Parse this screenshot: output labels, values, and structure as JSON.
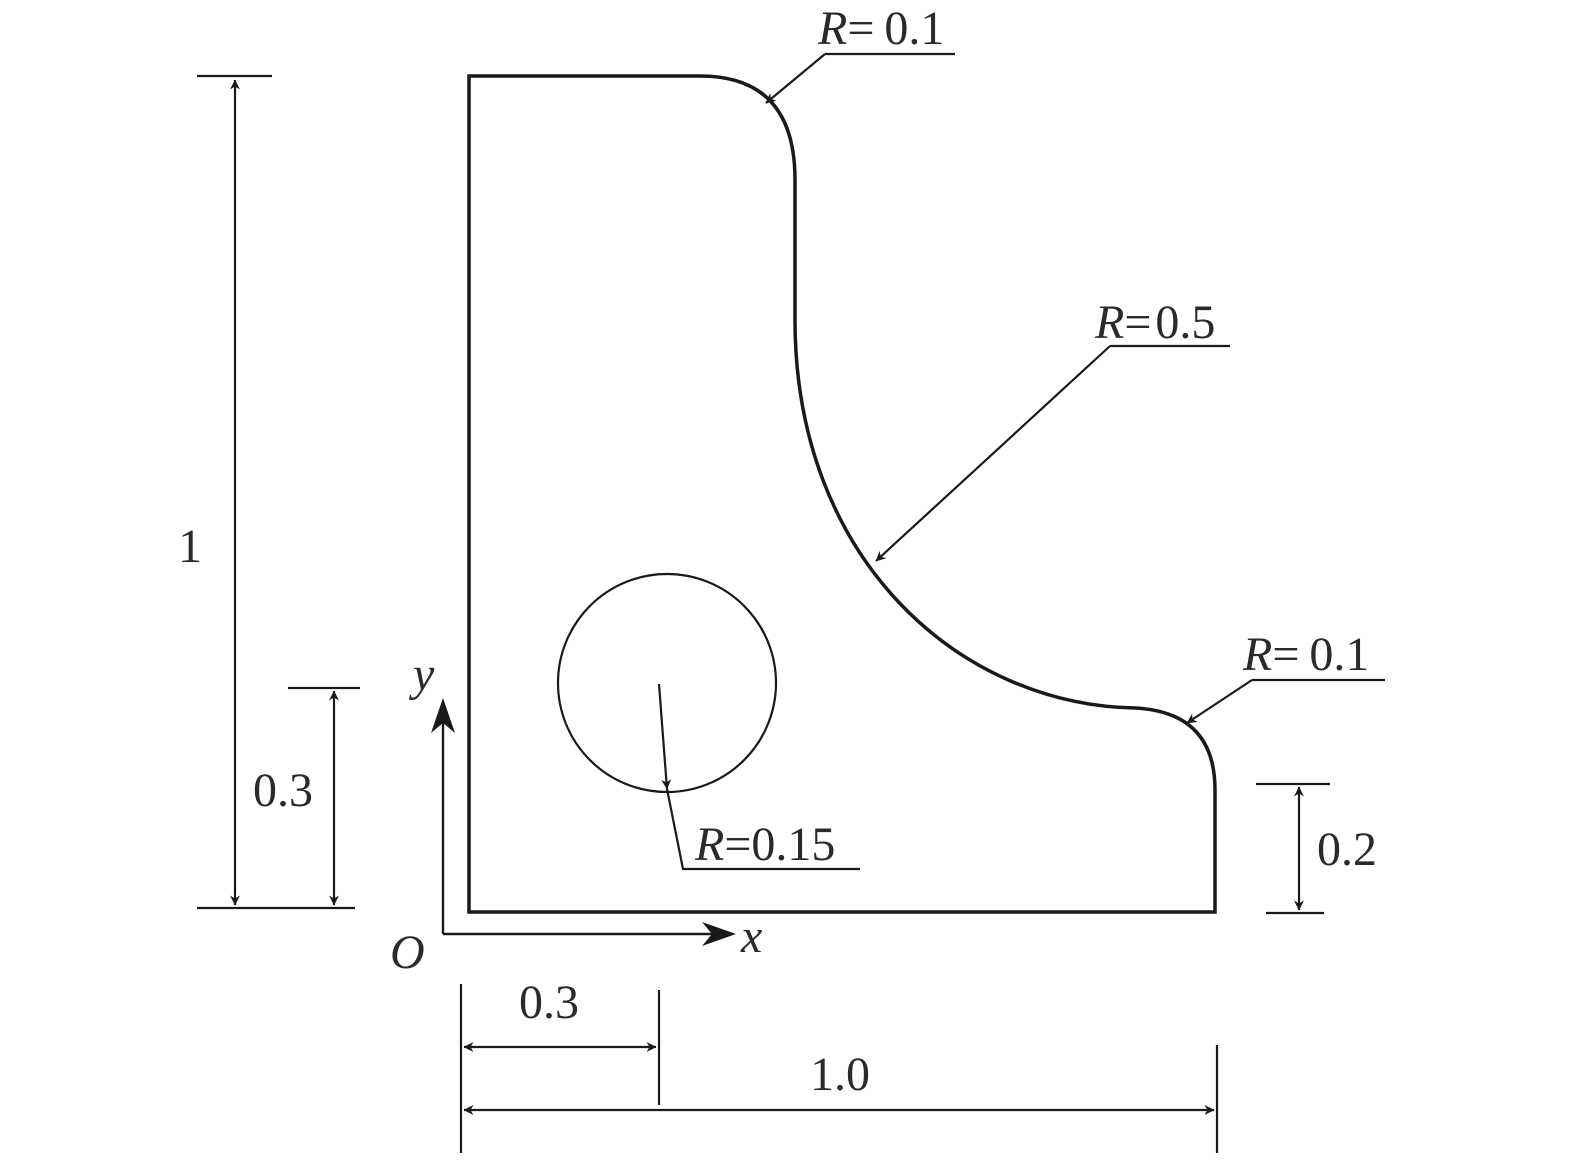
{
  "diagram": {
    "radius_labels": {
      "top_corner": {
        "symbol": "R",
        "eq": "=",
        "value": "0.1"
      },
      "large_arc": {
        "symbol": "R",
        "eq": "=",
        "value": "0.5"
      },
      "right_corner": {
        "symbol": "R",
        "eq": "=",
        "value": "0.1"
      },
      "hole": {
        "symbol": "R",
        "eq": "=",
        "value": "0.15"
      }
    },
    "dimensions": {
      "total_height": "1",
      "hole_center_y": "0.3",
      "right_step_height": "0.2",
      "hole_center_x": "0.3",
      "total_width": "1.0"
    },
    "axes": {
      "origin": "O",
      "x": "x",
      "y": "y"
    },
    "colors": {
      "line": "#1a1a1a",
      "text": "#2a2a2a",
      "background": "#ffffff"
    }
  }
}
